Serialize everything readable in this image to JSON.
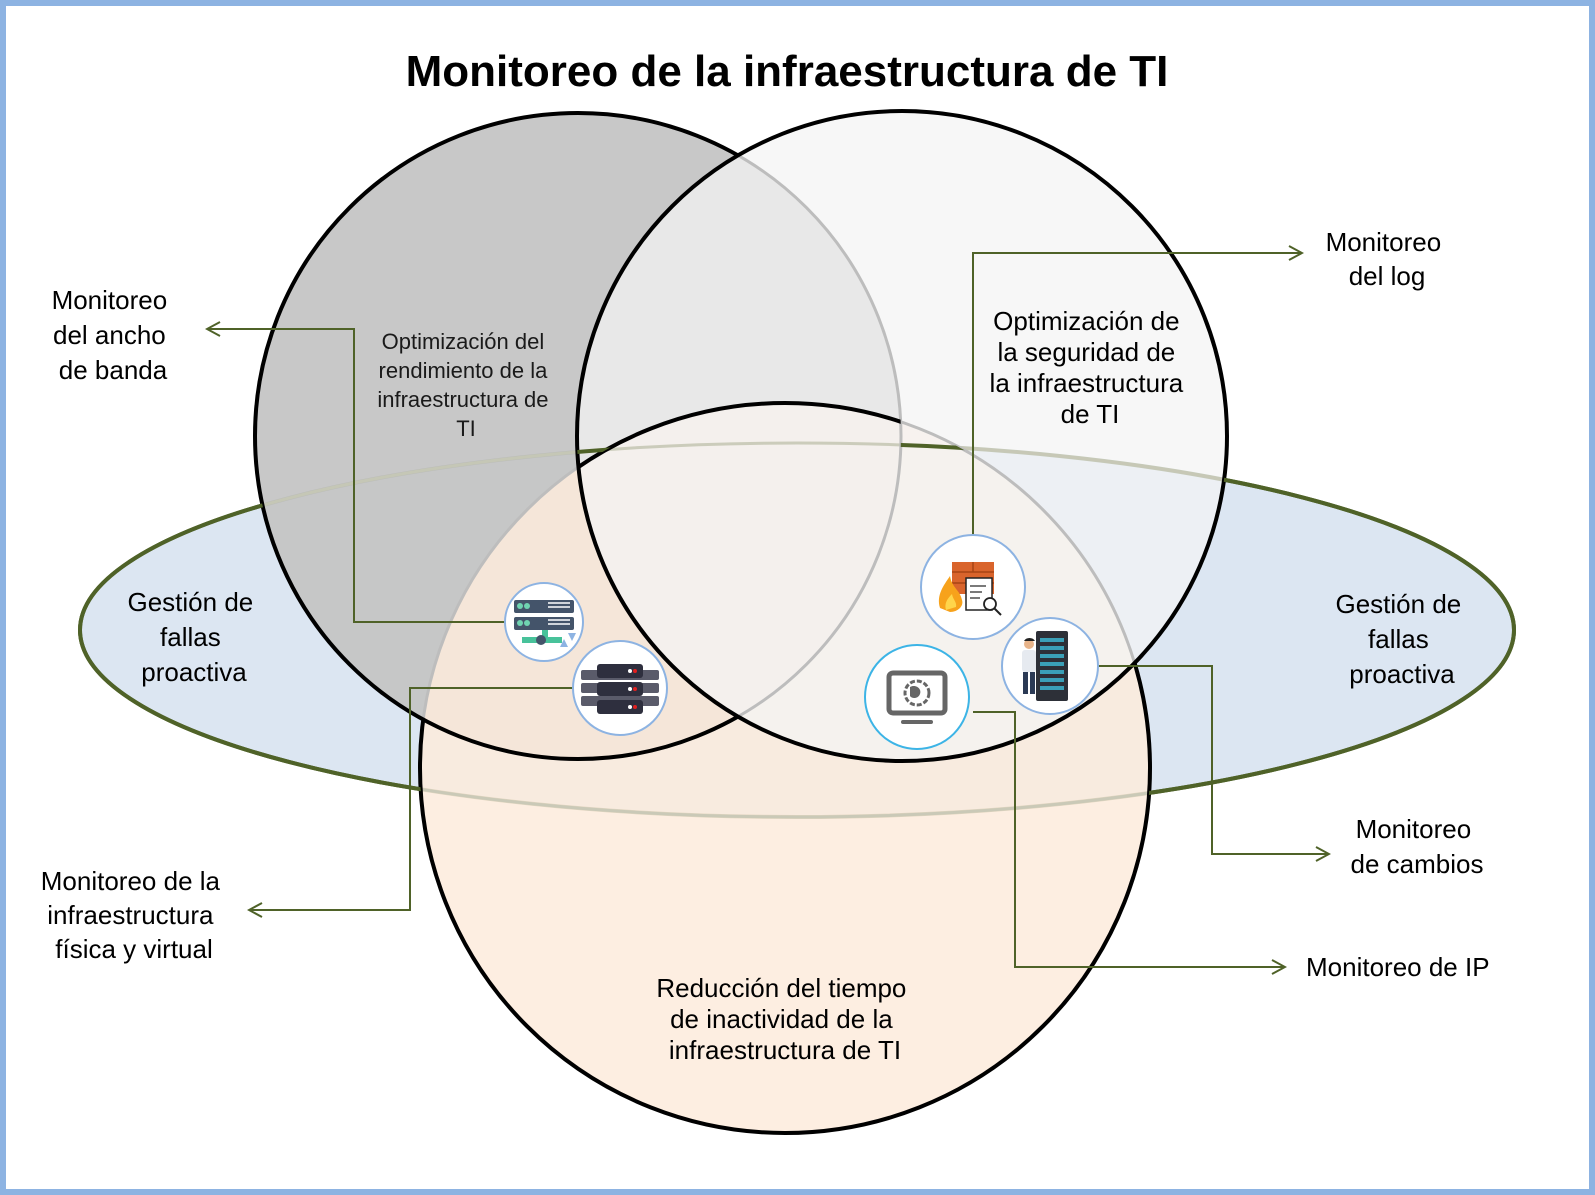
{
  "title": "Monitoreo de la infraestructura de TI",
  "colors": {
    "frame_border": "#8db3e2",
    "ellipse_fill": "#dce6f2",
    "ellipse_stroke": "#4f6228",
    "circle_performance_fill": "#c8c8c8",
    "circle_security_fill": "#f4f4f4",
    "circle_downtime_fill": "#fdebdc",
    "circle_outline": "#000000",
    "connector": "#4f6228",
    "badge_outline": "#8db3e2"
  },
  "sets": {
    "fault_ellipse": {
      "left_label": [
        "Gestión de",
        "fallas",
        "proactiva"
      ],
      "right_label": [
        "Gestión de",
        "fallas",
        "proactiva"
      ]
    },
    "performance": {
      "label": [
        "Optimización del",
        "rendimiento de la",
        "infraestructura de",
        "TI"
      ]
    },
    "security": {
      "label": [
        "Optimización de",
        "la seguridad de",
        "la infraestructura",
        "de TI"
      ]
    },
    "downtime": {
      "label": [
        "Reducción del tiempo",
        "de inactividad de la",
        "infraestructura de TI"
      ]
    }
  },
  "callouts": {
    "bandwidth": {
      "label": [
        "Monitoreo",
        "del ancho",
        "de banda"
      ],
      "icon": "network-server-icon"
    },
    "physical_virtual": {
      "label": [
        "Monitoreo de la",
        "infraestructura",
        "física y virtual"
      ],
      "icon": "server-rack-icon"
    },
    "log": {
      "label": [
        "Monitoreo",
        "del log"
      ],
      "icon": "firewall-log-icon"
    },
    "changes": {
      "label": [
        "Monitoreo",
        "de cambios"
      ],
      "icon": "admin-server-icon"
    },
    "ip": {
      "label": [
        "Monitoreo de IP"
      ],
      "icon": "globe-monitor-icon"
    }
  }
}
